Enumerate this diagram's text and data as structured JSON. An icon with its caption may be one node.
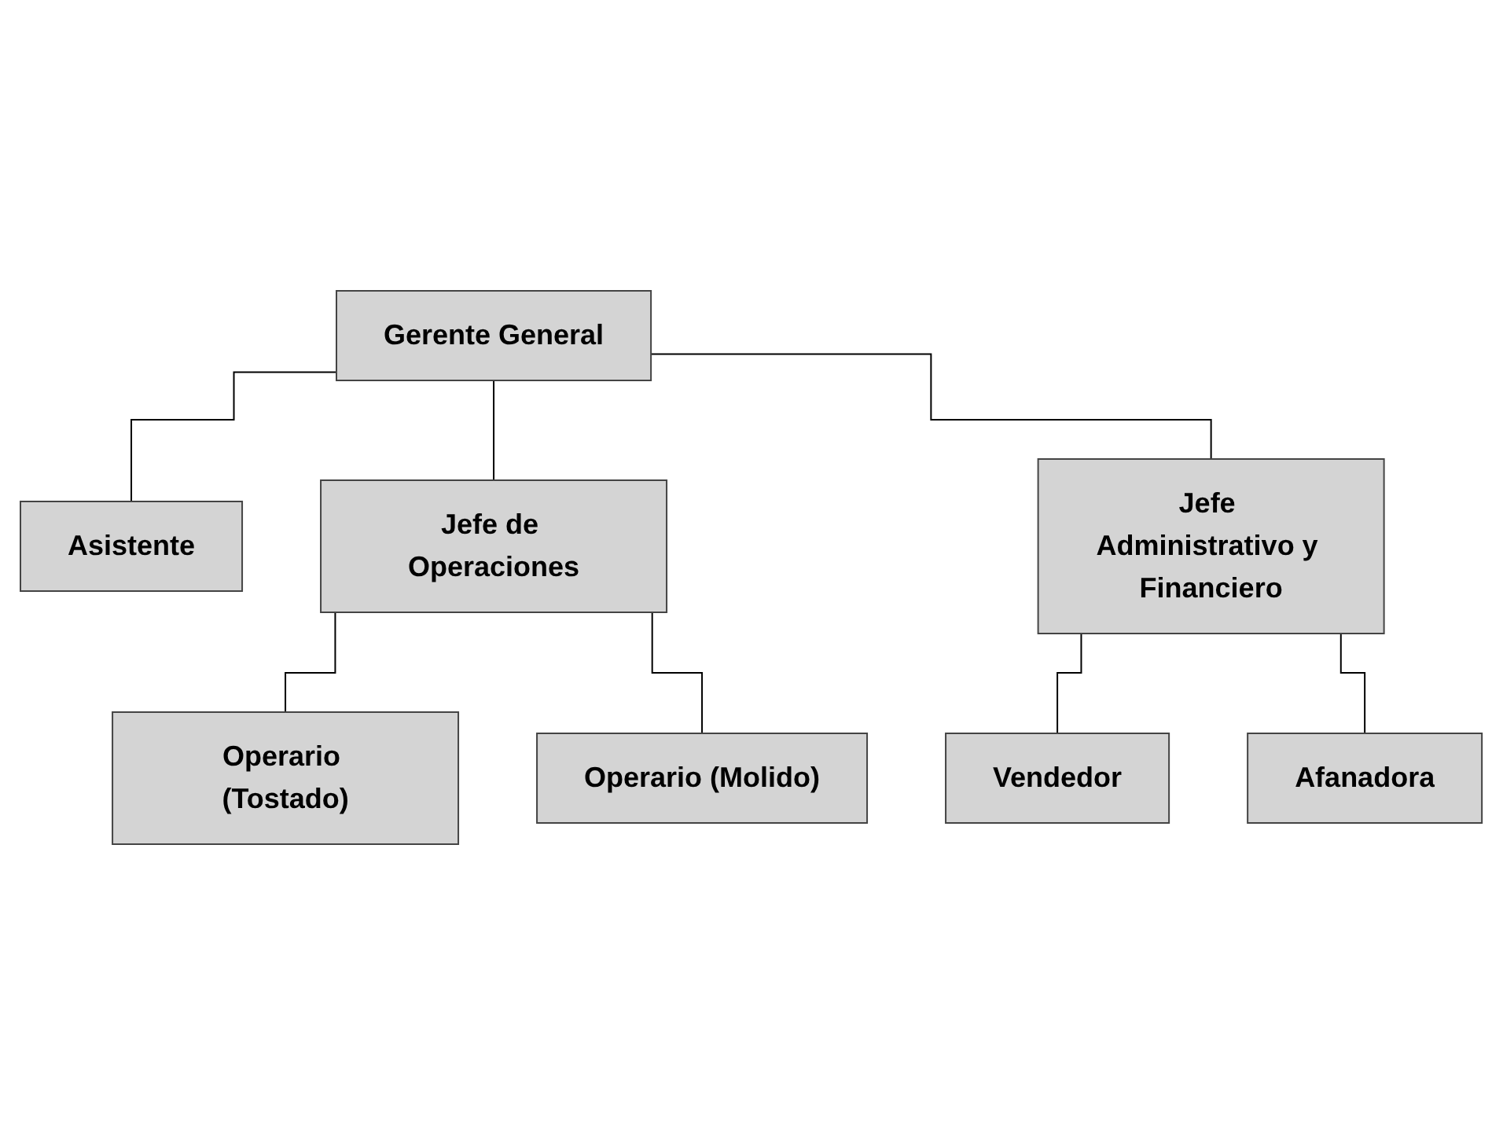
{
  "diagram": {
    "nodes": [
      {
        "text": [
          "Gerente General"
        ]
      },
      {
        "text": [
          "Asistente"
        ]
      },
      {
        "text": [
          "Jefe de Operaciones"
        ]
      },
      {
        "text": [
          "Jefe Administrativo y Financiero"
        ]
      },
      {
        "text": [
          "Operario (Tostado)"
        ]
      },
      {
        "text": [
          "Operario (Molido)"
        ]
      },
      {
        "text": [
          "Vendedor"
        ]
      },
      {
        "text": [
          "Afanadora"
        ]
      }
    ],
    "edges": [
      {
        "from": 0,
        "to": 1,
        "arrow": "none"
      },
      {
        "from": 0,
        "to": 2,
        "arrow": "none"
      },
      {
        "from": 0,
        "to": 3,
        "arrow": "none"
      },
      {
        "from": 2,
        "to": 4,
        "arrow": "none"
      },
      {
        "from": 2,
        "to": 5,
        "arrow": "none"
      },
      {
        "from": 3,
        "to": 6,
        "arrow": "none"
      },
      {
        "from": 3,
        "to": 7,
        "arrow": "none"
      }
    ]
  }
}
